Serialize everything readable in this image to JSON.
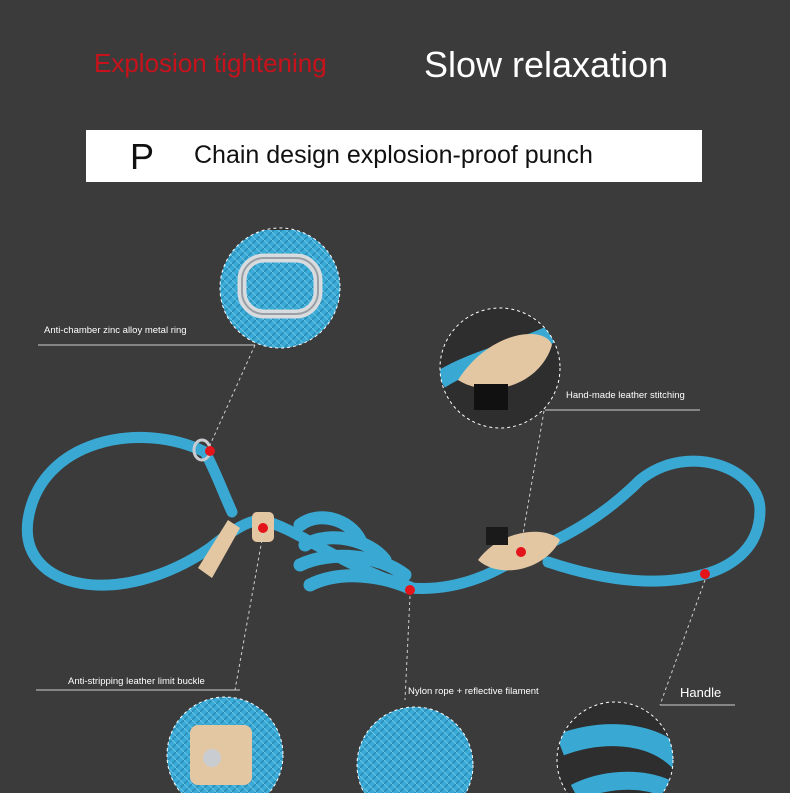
{
  "header": {
    "left_title": "Explosion tightening",
    "right_title": "Slow relaxation"
  },
  "banner": {
    "letter": "P",
    "text": "Chain design explosion-proof punch"
  },
  "callouts": {
    "metal_ring": "Anti-chamber zinc alloy metal ring",
    "leather_stitching": "Hand-made leather stitching",
    "limit_buckle": "Anti-stripping leather limit buckle",
    "nylon_rope": "Nylon rope + reflective filament",
    "handle": "Handle"
  },
  "colors": {
    "background": "#3b3b3b",
    "rope": "#39a9d4",
    "marker": "#e4141b",
    "leather": "#e3c7a3",
    "accent_red": "#c8121b"
  }
}
